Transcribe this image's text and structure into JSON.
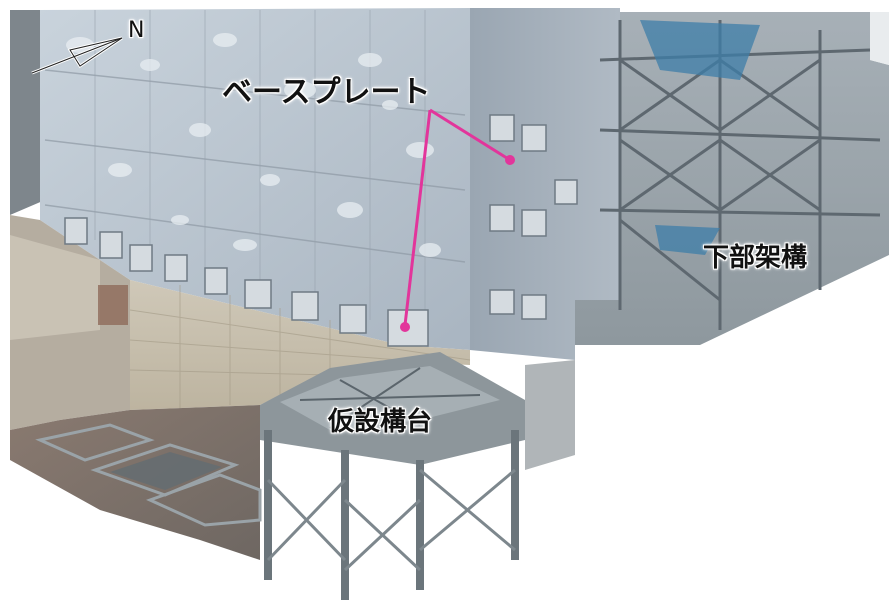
{
  "labels": {
    "base_plate": "ベースプレート",
    "lower_frame": "下部架構",
    "temporary_platform": "仮設構台",
    "north": "N"
  },
  "icons": {
    "north_arrow": "north-arrow-icon"
  },
  "colors": {
    "leader_line": "#e2359b",
    "building_wall": "#b7c3cf",
    "lower_wall": "#c7c0b0",
    "steel_frame": "#8c9499"
  }
}
